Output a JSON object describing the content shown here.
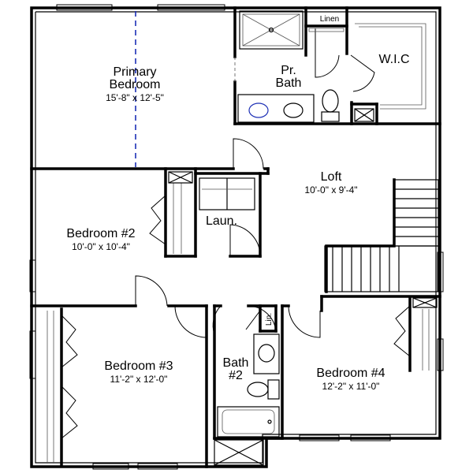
{
  "rooms": {
    "primary_bedroom": {
      "name_line1": "Primary",
      "name_line2": "Bedroom",
      "size": "15'-8\" x 12'-5\""
    },
    "primary_bath": {
      "name_line1": "Pr.",
      "name_line2": "Bath"
    },
    "linen": {
      "name": "Linen"
    },
    "wic": {
      "name": "W.I.C"
    },
    "loft": {
      "name": "Loft",
      "size": "10'-0\" x 9'-4\""
    },
    "bedroom2": {
      "name": "Bedroom #2",
      "size": "10'-0\" x 10'-4\""
    },
    "laundry": {
      "name": "Laun."
    },
    "bedroom3": {
      "name": "Bedroom #3",
      "size": "11'-2\" x 12'-0\""
    },
    "bath2": {
      "name_line1": "Bath",
      "name_line2": "#2"
    },
    "lin": {
      "name": "Lin."
    },
    "bedroom4": {
      "name": "Bedroom #4",
      "size": "12'-2\" x 11'-0\""
    }
  },
  "colors": {
    "walls": "#000000",
    "ceiling_beam_line": "#1c2fb5",
    "fixture_accent": "#1c2fb5"
  }
}
